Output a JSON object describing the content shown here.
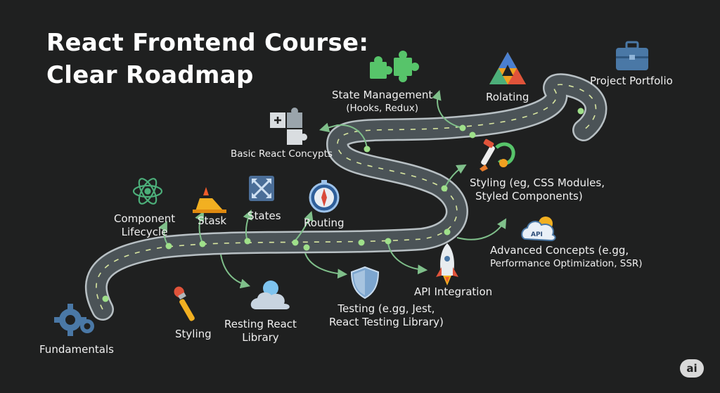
{
  "title": {
    "line1": "React Frontend Course:",
    "line2": "Clear Roadmap"
  },
  "steps": {
    "fundamentals": "Fundamentals",
    "component_lifecycle": {
      "line1": "Component",
      "line2": "Lifecycle"
    },
    "stask": "Stask",
    "states": "States",
    "routing": "Routing",
    "basic_react": "Basic React Concypts",
    "state_management": {
      "line1": "State Management",
      "line2": "(Hooks, Redux)"
    },
    "rolating": "Rolating",
    "project_portfolio": "Project Portfolio",
    "styling_css": {
      "line1": "Styling (eg, CSS Modules,",
      "line2": "Styled Components)"
    },
    "advanced": {
      "line1": "Advanced Concepts (e.gg,",
      "line2": "Performance Optimization, SSR)"
    },
    "api_integration": "API Integration",
    "testing": {
      "line1": "Testing (e.gg, Jest,",
      "line2": "React Testing Library)"
    },
    "resting_react": {
      "line1": "Resting React",
      "line2": "Library"
    },
    "styling": "Styling"
  },
  "icons": {
    "api_cloud_text": "API",
    "fundamentals": "gears-icon",
    "component_lifecycle": "atom-icon",
    "stask": "warning-cone-icon",
    "states": "arrows-expand-icon",
    "routing": "compass-icon",
    "basic_react": "puzzle-icon",
    "state_management": "puzzle-pieces-icon",
    "rolating": "triangle-logo-icon",
    "project_portfolio": "briefcase-icon",
    "styling_css": "paintbrush-icon",
    "advanced": "api-cloud-icon",
    "api_integration": "rocket-icon",
    "testing": "shield-icon",
    "resting_react": "cloud-bubble-icon",
    "styling": "brush-icon"
  },
  "badge": "ai",
  "colors": {
    "background": "#1f2020",
    "road": "#4b5357",
    "road_edge": "#b8c0c4",
    "node": "#9fe08a",
    "arrow": "#7fbf8a"
  }
}
